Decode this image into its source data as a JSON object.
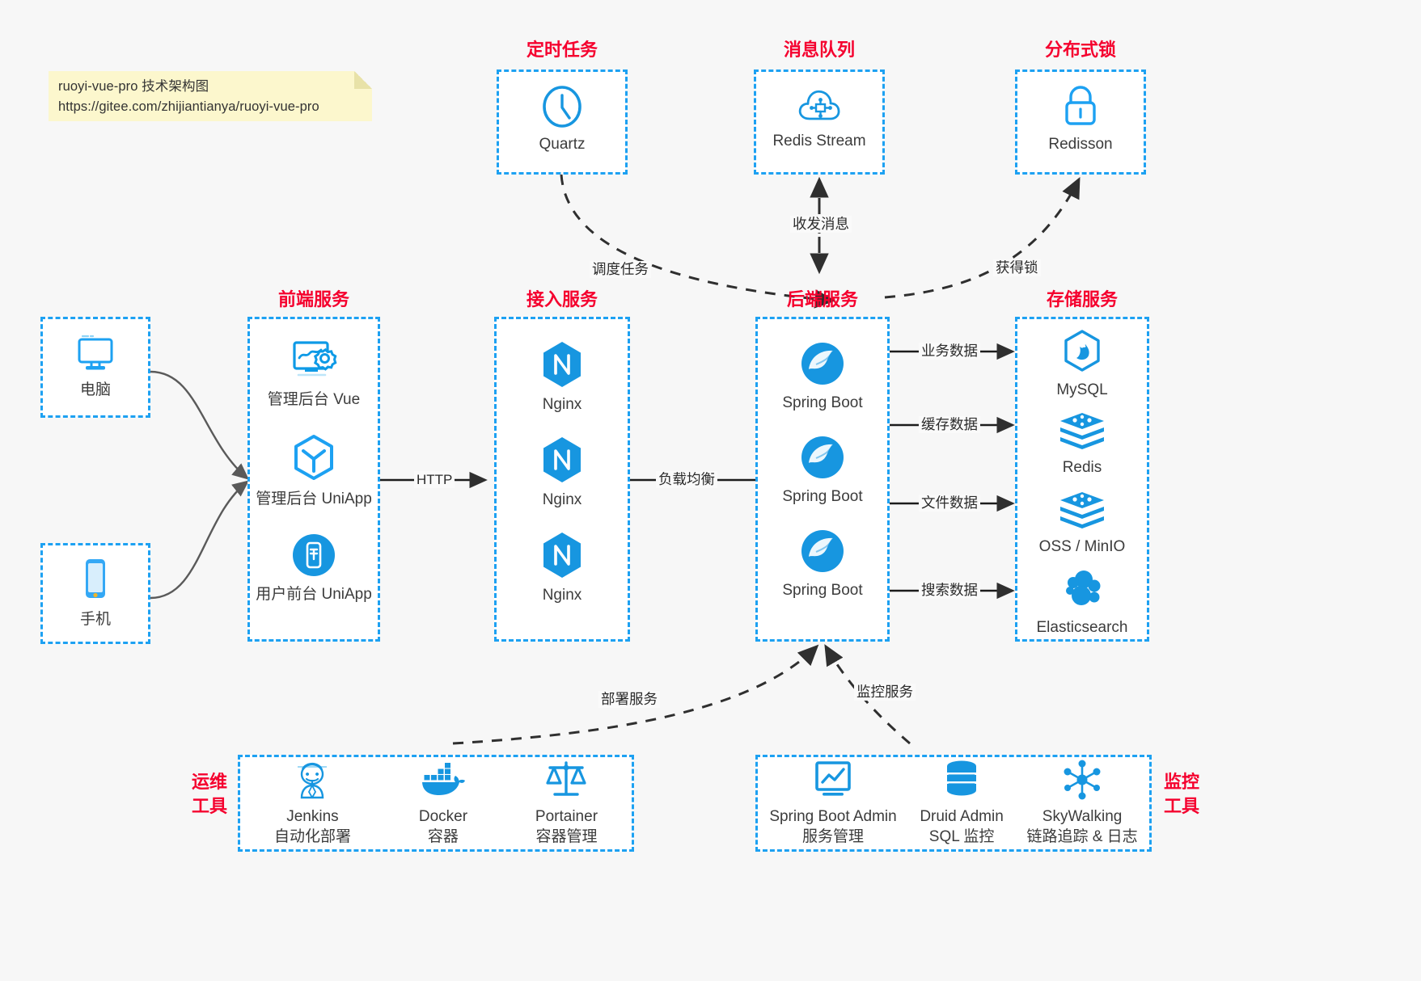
{
  "note": {
    "line1": "ruoyi-vue-pro 技术架构图",
    "line2": "https://gitee.com/zhijiantianya/ruoyi-vue-pro"
  },
  "colors": {
    "group_title": "#f5002e",
    "box_border": "#1da1f2",
    "icon_blue": "#1796e0",
    "canvas": "#f7f7f7",
    "note_bg": "#fcf7cd",
    "edge_dark": "#3c3c3c",
    "edge_grey": "#5a5a5a"
  },
  "groups": {
    "scheduler": {
      "title": "定时任务",
      "nodes": [
        {
          "label": "Quartz",
          "icon": "clock-icon"
        }
      ]
    },
    "mq": {
      "title": "消息队列",
      "nodes": [
        {
          "label": "Redis Stream",
          "icon": "cloud-stream-icon"
        }
      ]
    },
    "lock": {
      "title": "分布式锁",
      "nodes": [
        {
          "label": "Redisson",
          "icon": "lock-icon"
        }
      ]
    },
    "frontend": {
      "title": "前端服务",
      "nodes": [
        {
          "label": "管理后台 Vue",
          "icon": "monitor-gear-icon"
        },
        {
          "label": "管理后台 UniApp",
          "icon": "cube-icon"
        },
        {
          "label": "用户前台 UniApp",
          "icon": "mobile-app-icon"
        }
      ]
    },
    "gateway": {
      "title": "接入服务",
      "nodes": [
        {
          "label": "Nginx",
          "icon": "nginx-icon"
        },
        {
          "label": "Nginx",
          "icon": "nginx-icon"
        },
        {
          "label": "Nginx",
          "icon": "nginx-icon"
        }
      ]
    },
    "backend": {
      "title": "后端服务",
      "nodes": [
        {
          "label": "Spring Boot",
          "icon": "spring-icon"
        },
        {
          "label": "Spring Boot",
          "icon": "spring-icon"
        },
        {
          "label": "Spring Boot",
          "icon": "spring-icon"
        }
      ]
    },
    "storage": {
      "title": "存储服务",
      "nodes": [
        {
          "label": "MySQL",
          "icon": "mysql-icon"
        },
        {
          "label": "Redis",
          "icon": "redis-icon"
        },
        {
          "label": "OSS / MinIO",
          "icon": "oss-icon"
        },
        {
          "label": "Elasticsearch",
          "icon": "elasticsearch-icon"
        }
      ]
    },
    "clients": {
      "nodes": [
        {
          "label": "电脑",
          "icon": "desktop-icon"
        },
        {
          "label": "手机",
          "icon": "phone-icon"
        }
      ]
    },
    "devops": {
      "title": "运维\n工具",
      "title_line1": "运维",
      "title_line2": "工具",
      "nodes": [
        {
          "label": "Jenkins",
          "sub": "自动化部署",
          "icon": "jenkins-icon"
        },
        {
          "label": "Docker",
          "sub": "容器",
          "icon": "docker-icon"
        },
        {
          "label": "Portainer",
          "sub": "容器管理",
          "icon": "scales-icon"
        }
      ]
    },
    "monitor": {
      "title_line1": "监控",
      "title_line2": "工具",
      "nodes": [
        {
          "label": "Spring Boot Admin",
          "sub": "服务管理",
          "icon": "monitor-chart-icon"
        },
        {
          "label": "Druid Admin",
          "sub": "SQL 监控",
          "icon": "database-icon"
        },
        {
          "label": "SkyWalking",
          "sub": "链路追踪 & 日志",
          "icon": "skywalking-icon"
        }
      ]
    }
  },
  "edges": {
    "http": "HTTP",
    "load_balance": "负载均衡",
    "schedule_task": "调度任务",
    "send_receive_msg": "收发消息",
    "acquire_lock": "获得锁",
    "business_data": "业务数据",
    "cache_data": "缓存数据",
    "file_data": "文件数据",
    "search_data": "搜索数据",
    "deploy_service": "部署服务",
    "monitor_service": "监控服务"
  }
}
